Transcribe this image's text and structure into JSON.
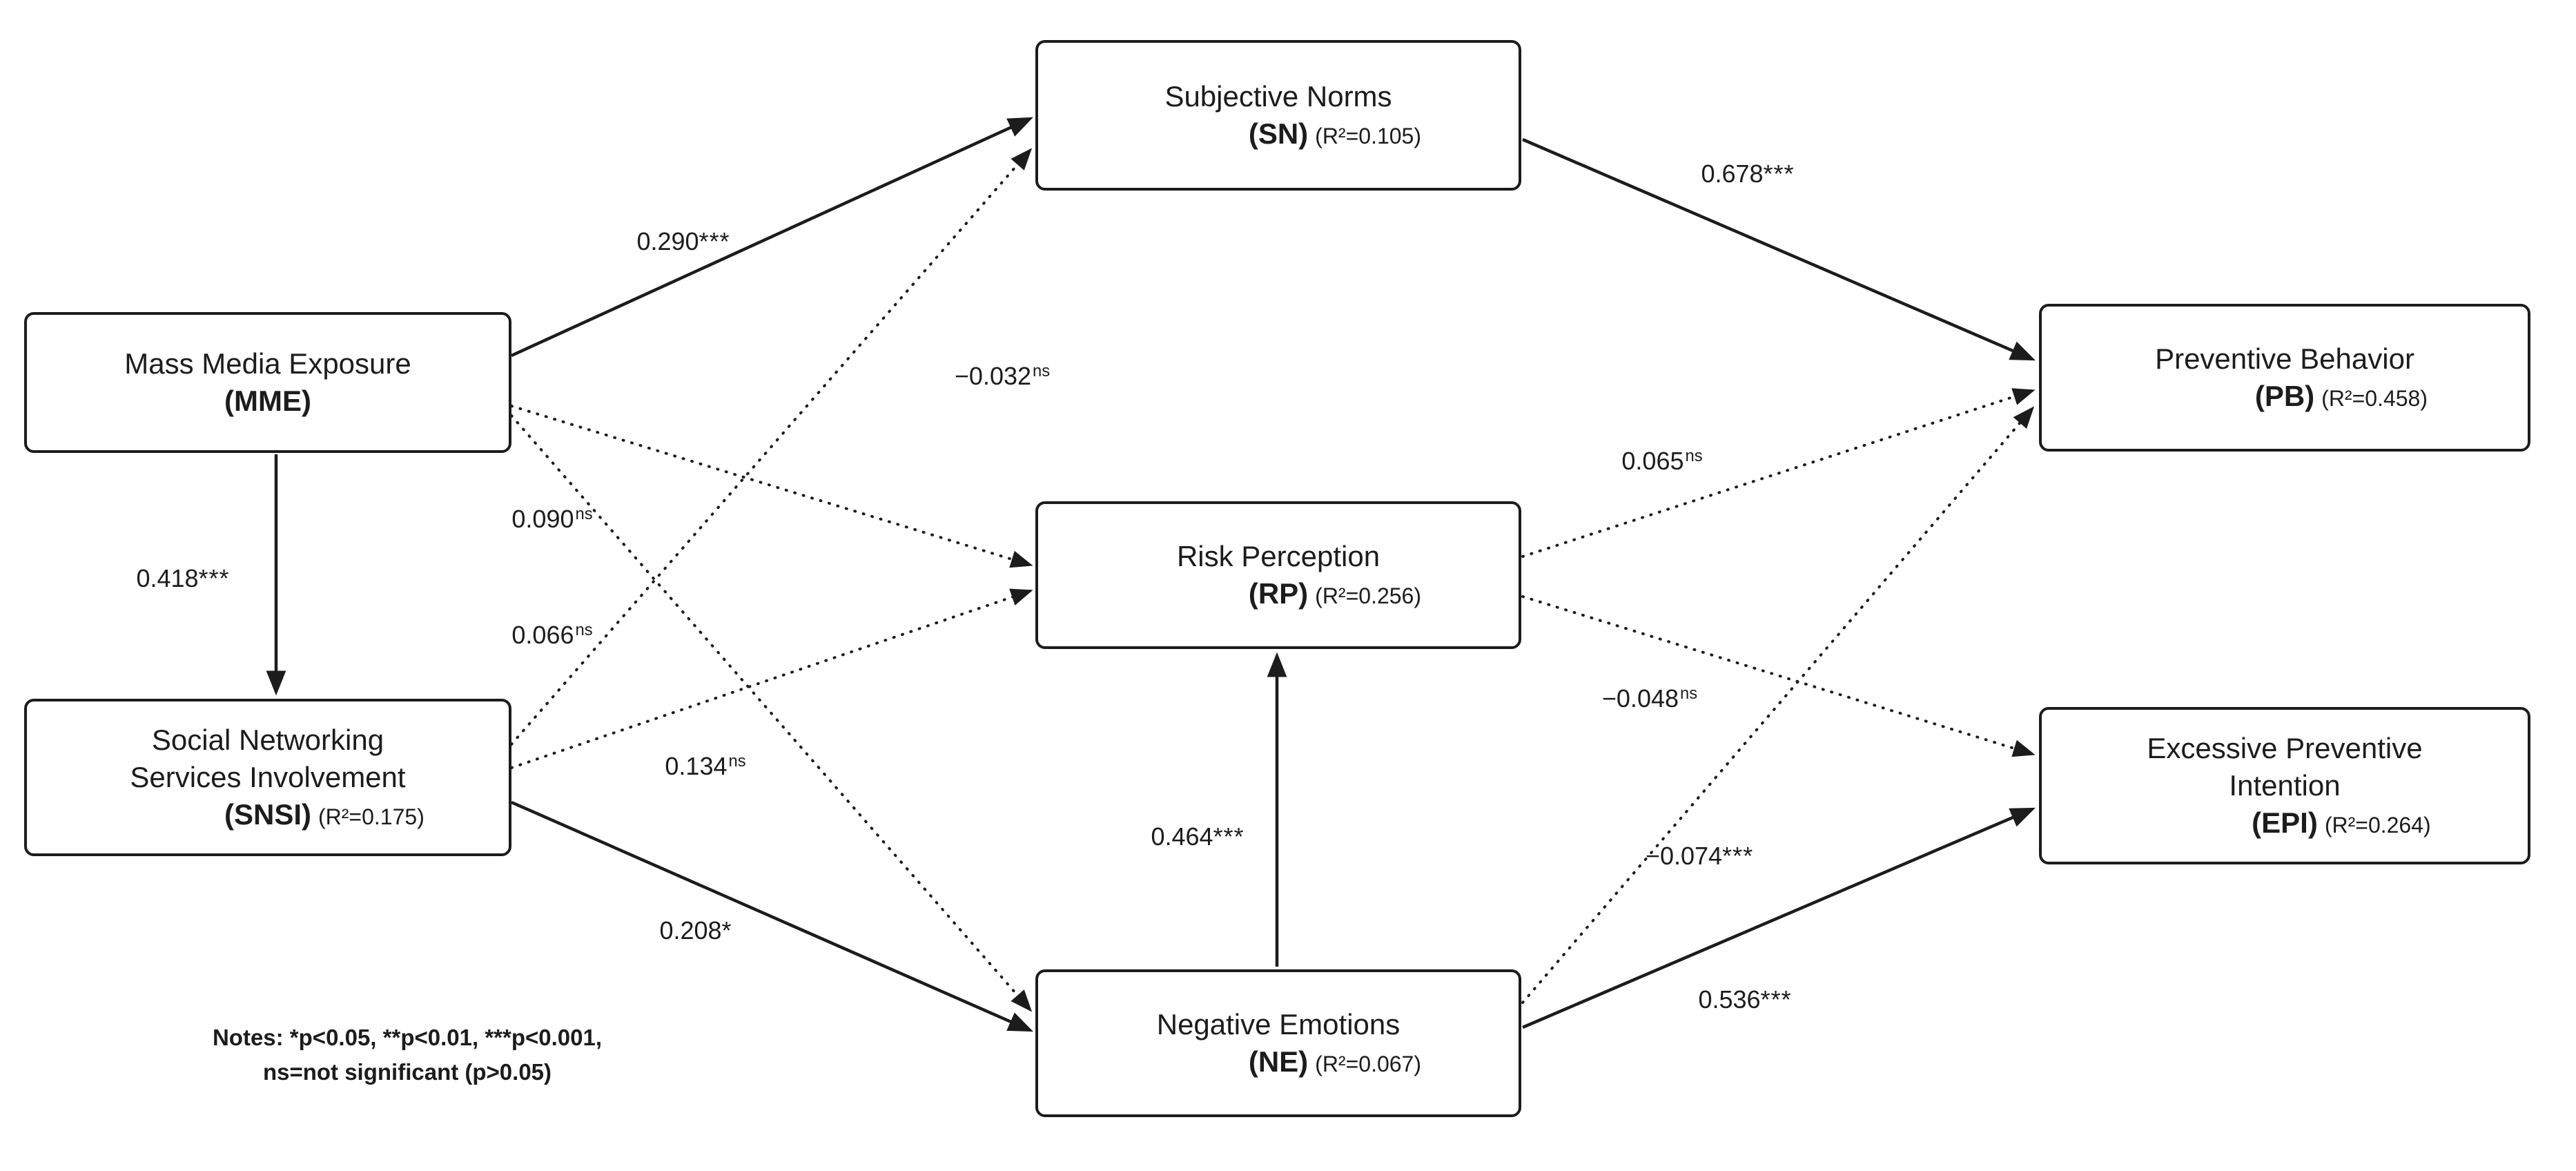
{
  "figure": {
    "background": "#ffffff",
    "ink": "#1c1c1c",
    "description": "Structural equation model path diagram with standardized coefficients"
  },
  "nodes": {
    "mme": {
      "title": "Mass Media Exposure",
      "abbr": "(MME)",
      "r2": ""
    },
    "snsi": {
      "title": "Social Networking",
      "title2": "Services Involvement",
      "abbr": "(SNSI)",
      "r2": "(R²=0.175)"
    },
    "sn": {
      "title": "Subjective Norms",
      "abbr": "(SN)",
      "r2": "(R²=0.105)"
    },
    "rp": {
      "title": "Risk Perception",
      "abbr": "(RP)",
      "r2": "(R²=0.256)"
    },
    "ne": {
      "title": "Negative Emotions",
      "abbr": "(NE)",
      "r2": "(R²=0.067)"
    },
    "pb": {
      "title": "Preventive Behavior",
      "abbr": "(PB)",
      "r2": "(R²=0.458)"
    },
    "epi": {
      "title": "Excessive Preventive",
      "title2": "Intention",
      "abbr": "(EPI)",
      "r2": "(R²=0.264)"
    }
  },
  "edges": [
    {
      "from": "MME",
      "to": "SNSI",
      "value": "0.418",
      "sig": "***",
      "style": "solid"
    },
    {
      "from": "MME",
      "to": "SN",
      "value": "0.290",
      "sig": "***",
      "style": "solid"
    },
    {
      "from": "MME",
      "to": "RP",
      "value": "−0.032",
      "sig": "ns",
      "style": "dotted"
    },
    {
      "from": "MME",
      "to": "NE",
      "value": "0.090",
      "sig": "ns",
      "style": "dotted"
    },
    {
      "from": "SNSI",
      "to": "SN",
      "value": "0.066",
      "sig": "ns",
      "style": "dotted"
    },
    {
      "from": "SNSI",
      "to": "RP",
      "value": "0.134",
      "sig": "ns",
      "style": "dotted"
    },
    {
      "from": "SNSI",
      "to": "NE",
      "value": "0.208",
      "sig": "*",
      "style": "solid"
    },
    {
      "from": "NE",
      "to": "RP",
      "value": "0.464",
      "sig": "***",
      "style": "solid"
    },
    {
      "from": "SN",
      "to": "PB",
      "value": "0.678",
      "sig": "***",
      "style": "solid"
    },
    {
      "from": "RP",
      "to": "PB",
      "value": "0.065",
      "sig": "ns",
      "style": "dotted"
    },
    {
      "from": "RP",
      "to": "EPI",
      "value": "−0.048",
      "sig": "ns",
      "style": "dotted"
    },
    {
      "from": "NE",
      "to": "PB",
      "value": "−0.074",
      "sig": "***",
      "style": "dotted"
    },
    {
      "from": "NE",
      "to": "EPI",
      "value": "0.536",
      "sig": "***",
      "style": "solid"
    }
  ],
  "notes": {
    "line1": "Notes: *p<0.05, **p<0.01, ***p<0.001,",
    "line2": "ns=not significant (p>0.05)"
  }
}
